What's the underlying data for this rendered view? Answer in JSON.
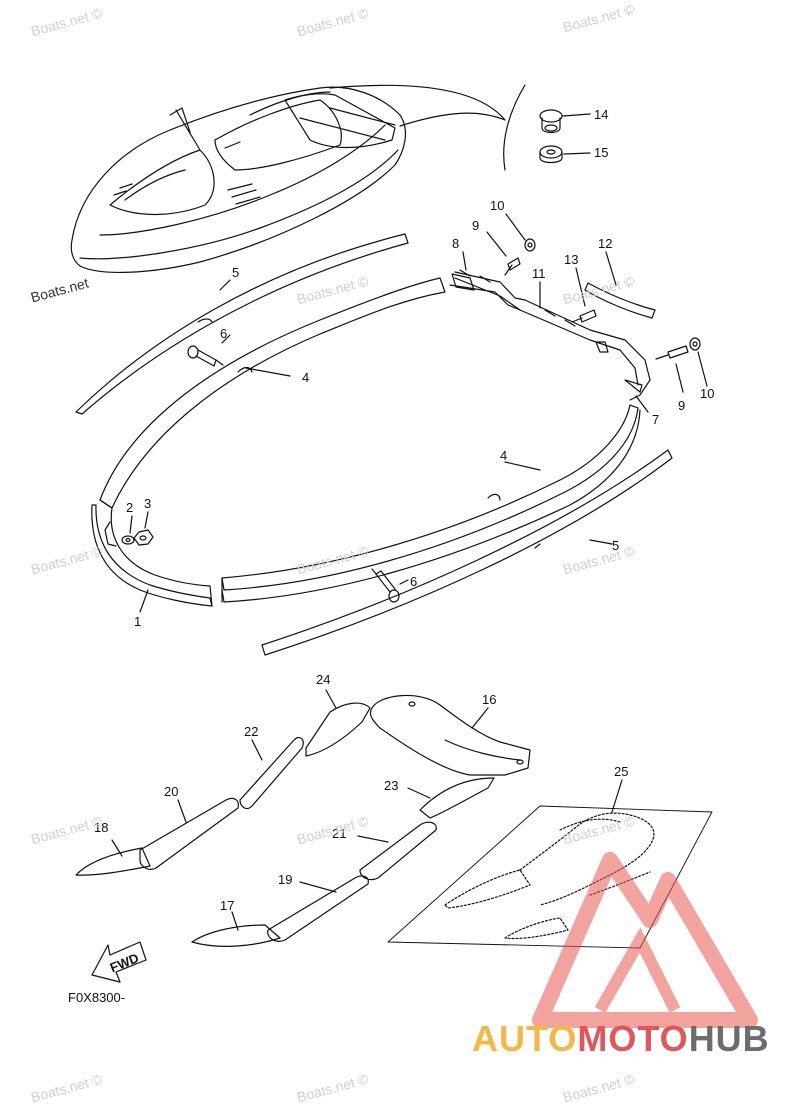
{
  "watermarks": [
    "Boats.net ©",
    "Boats.net ©",
    "Boats.net ©",
    "Boats.net",
    "Boats.net ©",
    "Boats.net ©",
    "Boats.net ©",
    "Boats.net ©",
    "Boats.net ©",
    "Boats.net ©",
    "Boats.net ©",
    "Boats.net ©",
    "Boats.net ©",
    "Boats.net ©",
    "Boats.net ©"
  ],
  "callouts": {
    "c1": "1",
    "c2": "2",
    "c3": "3",
    "c4a": "4",
    "c4b": "4",
    "c5a": "5",
    "c5b": "5",
    "c6a": "6",
    "c6b": "6",
    "c7": "7",
    "c8": "8",
    "c9a": "9",
    "c9b": "9",
    "c10a": "10",
    "c10b": "10",
    "c11": "11",
    "c12": "12",
    "c13": "13",
    "c14": "14",
    "c15": "15",
    "c16": "16",
    "c17": "17",
    "c18": "18",
    "c19": "19",
    "c20": "20",
    "c21": "21",
    "c22": "22",
    "c23": "23",
    "c24": "24",
    "c25": "25"
  },
  "fwd_label": "FWD",
  "diagram_code": "F0X8300-",
  "brand": {
    "part1": "AUTO",
    "part2": "MOTO",
    "part3": "HUB"
  },
  "colors": {
    "brand_yellow": "#f3b743",
    "brand_red": "#e2555a",
    "brand_gray": "#6c6c6c",
    "logo_red": "#e8594f"
  }
}
